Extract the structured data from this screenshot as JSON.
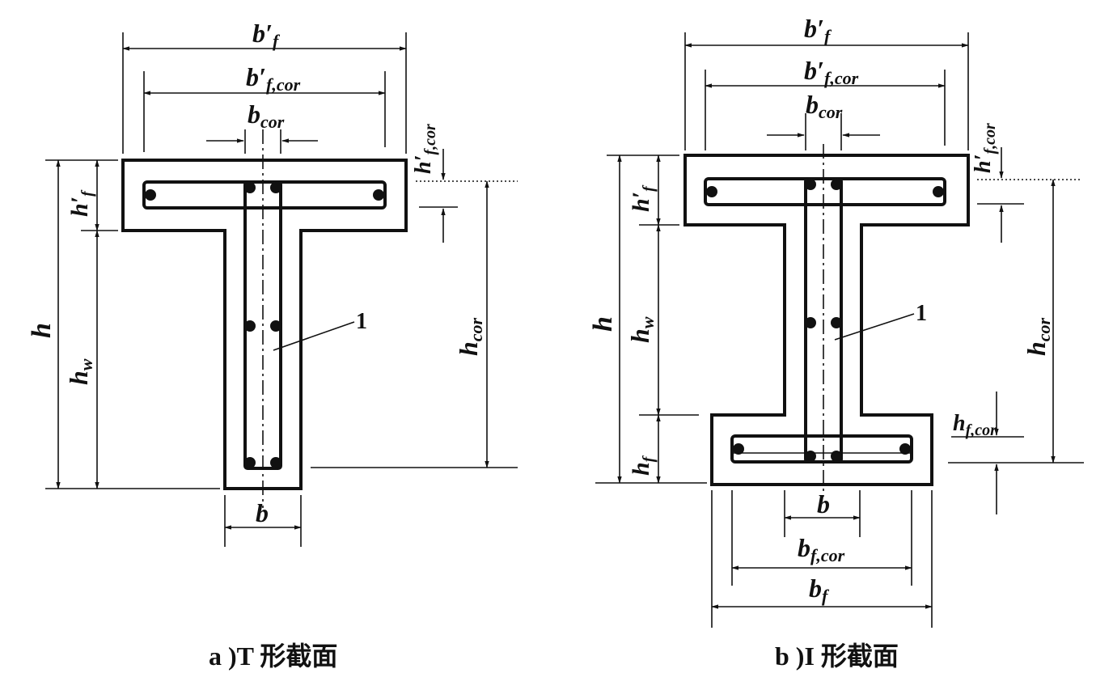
{
  "figure_a": {
    "caption": "a )T 形截面",
    "dims": {
      "bf_prime": "b′f",
      "bf_cor_prime": "b′f,cor",
      "b_cor": "bcor",
      "hf_cor_prime": "h′f,cor",
      "hf_prime": "h′f",
      "h": "h",
      "hw": "hw",
      "h_cor": "hcor",
      "b": "b",
      "marker": "1"
    }
  },
  "figure_b": {
    "caption": "b )I 形截面",
    "dims": {
      "bf_prime": "b′f",
      "bf_cor_prime": "b′f,cor",
      "b_cor": "bcor",
      "hf_cor_prime": "h′f,cor",
      "hf_prime": "h′f",
      "h": "h",
      "hw": "hw",
      "h_cor": "hcor",
      "hf_cor": "hf,cor",
      "hf": "hf",
      "b": "b",
      "bf_cor": "bf,cor",
      "bf": "bf",
      "marker": "1"
    }
  }
}
